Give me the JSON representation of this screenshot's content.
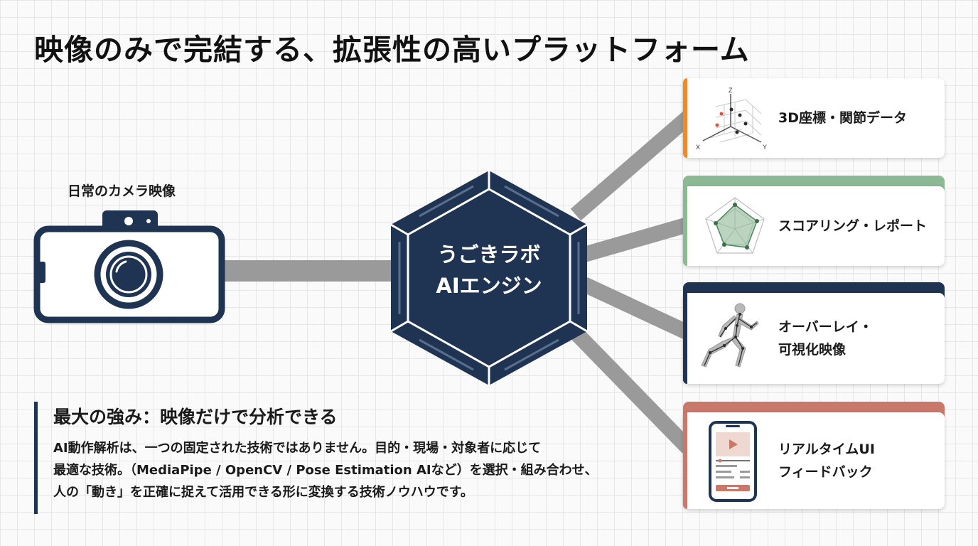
{
  "title": "映像のみで完結する、拡張性の高いプラットフォーム",
  "input": {
    "label": "日常のカメラ映像",
    "icon": "camera-icon"
  },
  "engine": {
    "line1": "うごきラボ",
    "line2": "AIエンジン",
    "icon": "hexagon-icon"
  },
  "outputs": [
    {
      "label": "3D座標・関節データ",
      "icon": "3d-axes-icon",
      "accent_color": "#ef8a2a",
      "axis_labels": {
        "z": "Z",
        "x": "X",
        "y": "Y"
      }
    },
    {
      "label": "スコアリング・レポート",
      "icon": "radar-chart-icon",
      "accent_color": "#8cb894"
    },
    {
      "label": "オーバーレイ・\n可視化映像",
      "icon": "runner-skeleton-icon",
      "accent_color": "#1f3352"
    },
    {
      "label": "リアルタイムUI\nフィードバック",
      "icon": "smartphone-feedback-icon",
      "accent_color": "#c9786a"
    }
  ],
  "strength": {
    "heading": "最大の強み：映像だけで分析できる",
    "body": "AI動作解析は、一つの固定された技術ではありません。目的・現場・対象者に応じて\n最適な技術。（MediaPipe / OpenCV / Pose Estimation AIなど）を選択・組み合わせ、\n人の「動き」を正確に捉えて活用できる形に変換する技術ノウハウです。"
  },
  "colors": {
    "navy": "#1f3352",
    "connector": "#9a9a9a",
    "background": "#fafafa"
  }
}
